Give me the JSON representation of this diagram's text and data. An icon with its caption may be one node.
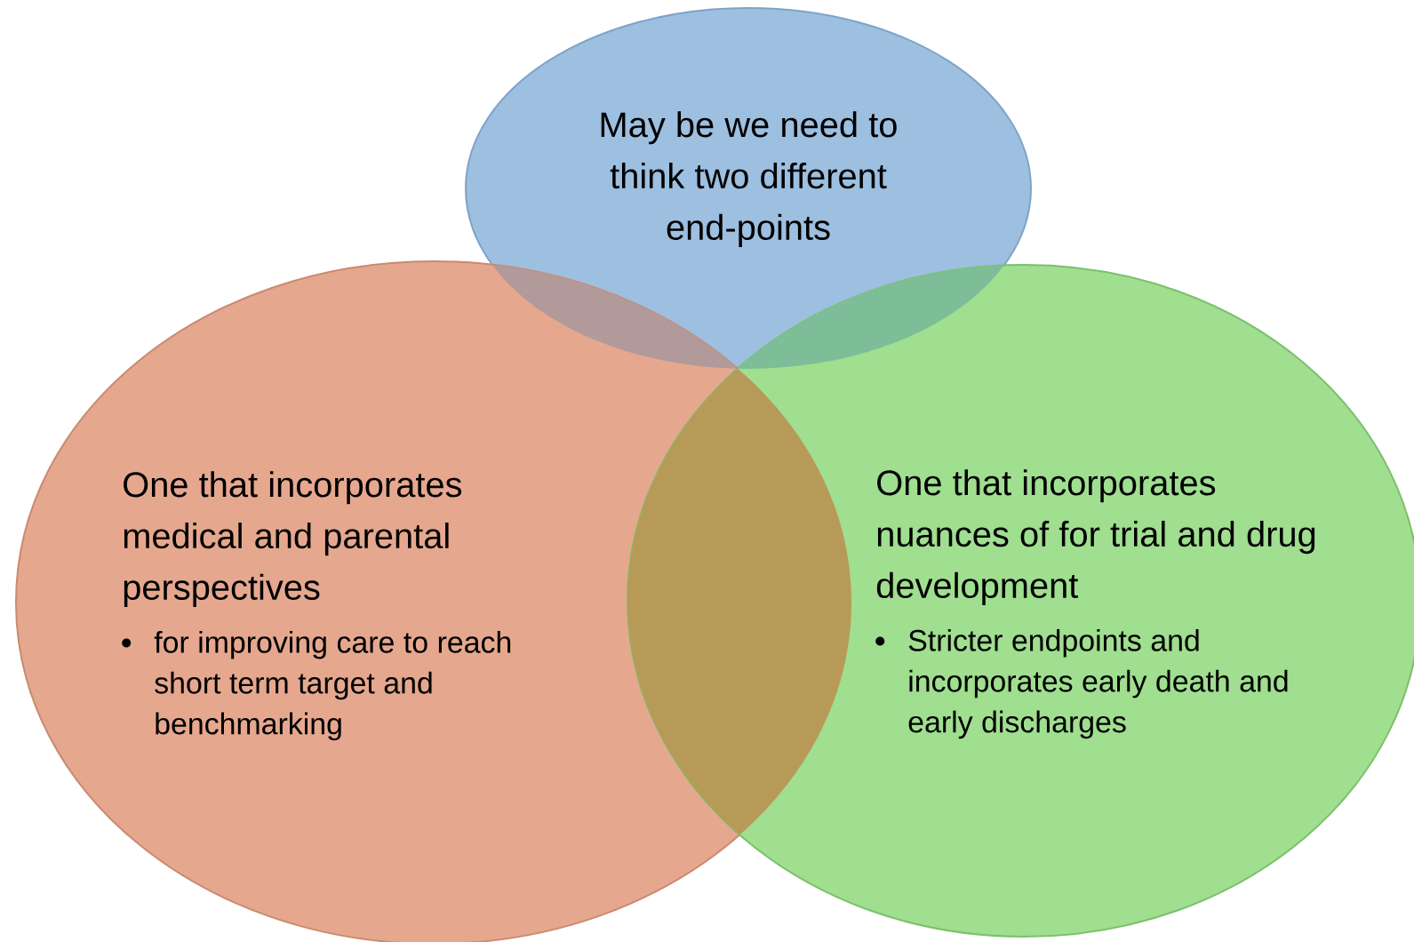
{
  "diagram": {
    "nodes": [
      {
        "text": [
          "May be we need to think two different end-points"
        ]
      },
      {
        "text": [
          "One that incorporates medical and parental perspectives",
          "for improving care to reach short term target and benchmarking"
        ]
      },
      {
        "text": [
          "One that incorporates nuances of for trial and drug development",
          "Stricter endpoints and incorporates early death and early discharges"
        ]
      }
    ]
  }
}
